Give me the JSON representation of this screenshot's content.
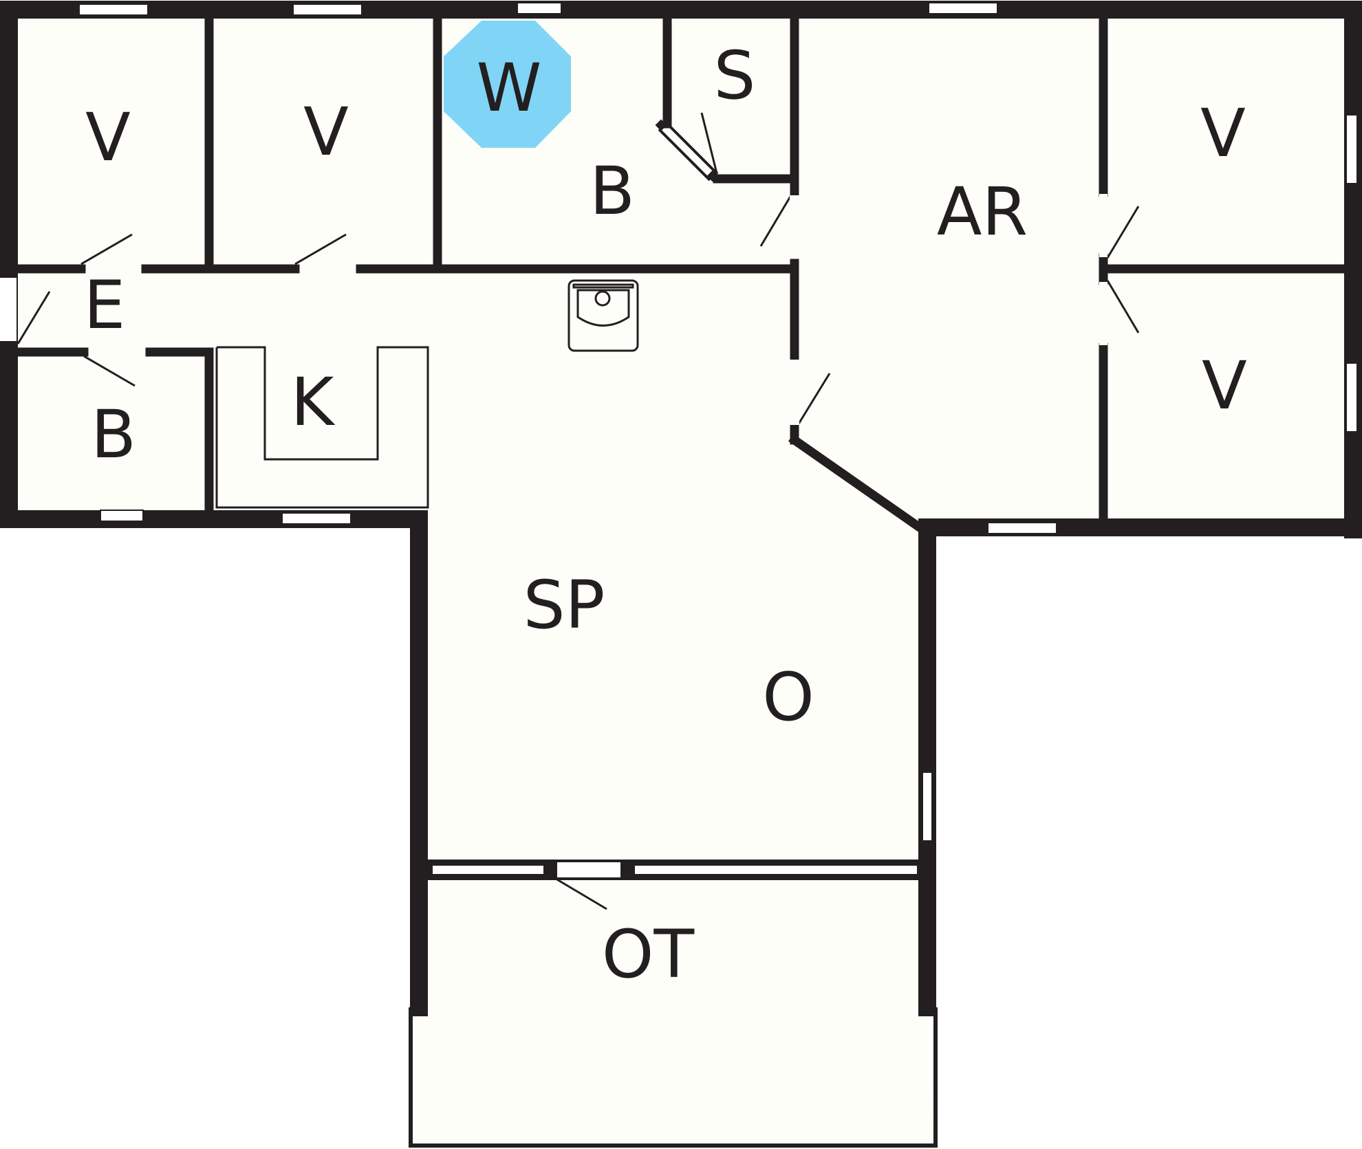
{
  "colors": {
    "wall": "#231f20",
    "floor": "#fefef9",
    "highlight": "#80d5f6"
  },
  "rooms": {
    "v1": "V",
    "v2": "V",
    "w": "W",
    "b_top": "B",
    "s": "S",
    "ar": "AR",
    "v3": "V",
    "v4": "V",
    "e": "E",
    "k": "K",
    "b_left": "B",
    "sp": "SP",
    "o": "O",
    "ot": "OT"
  }
}
